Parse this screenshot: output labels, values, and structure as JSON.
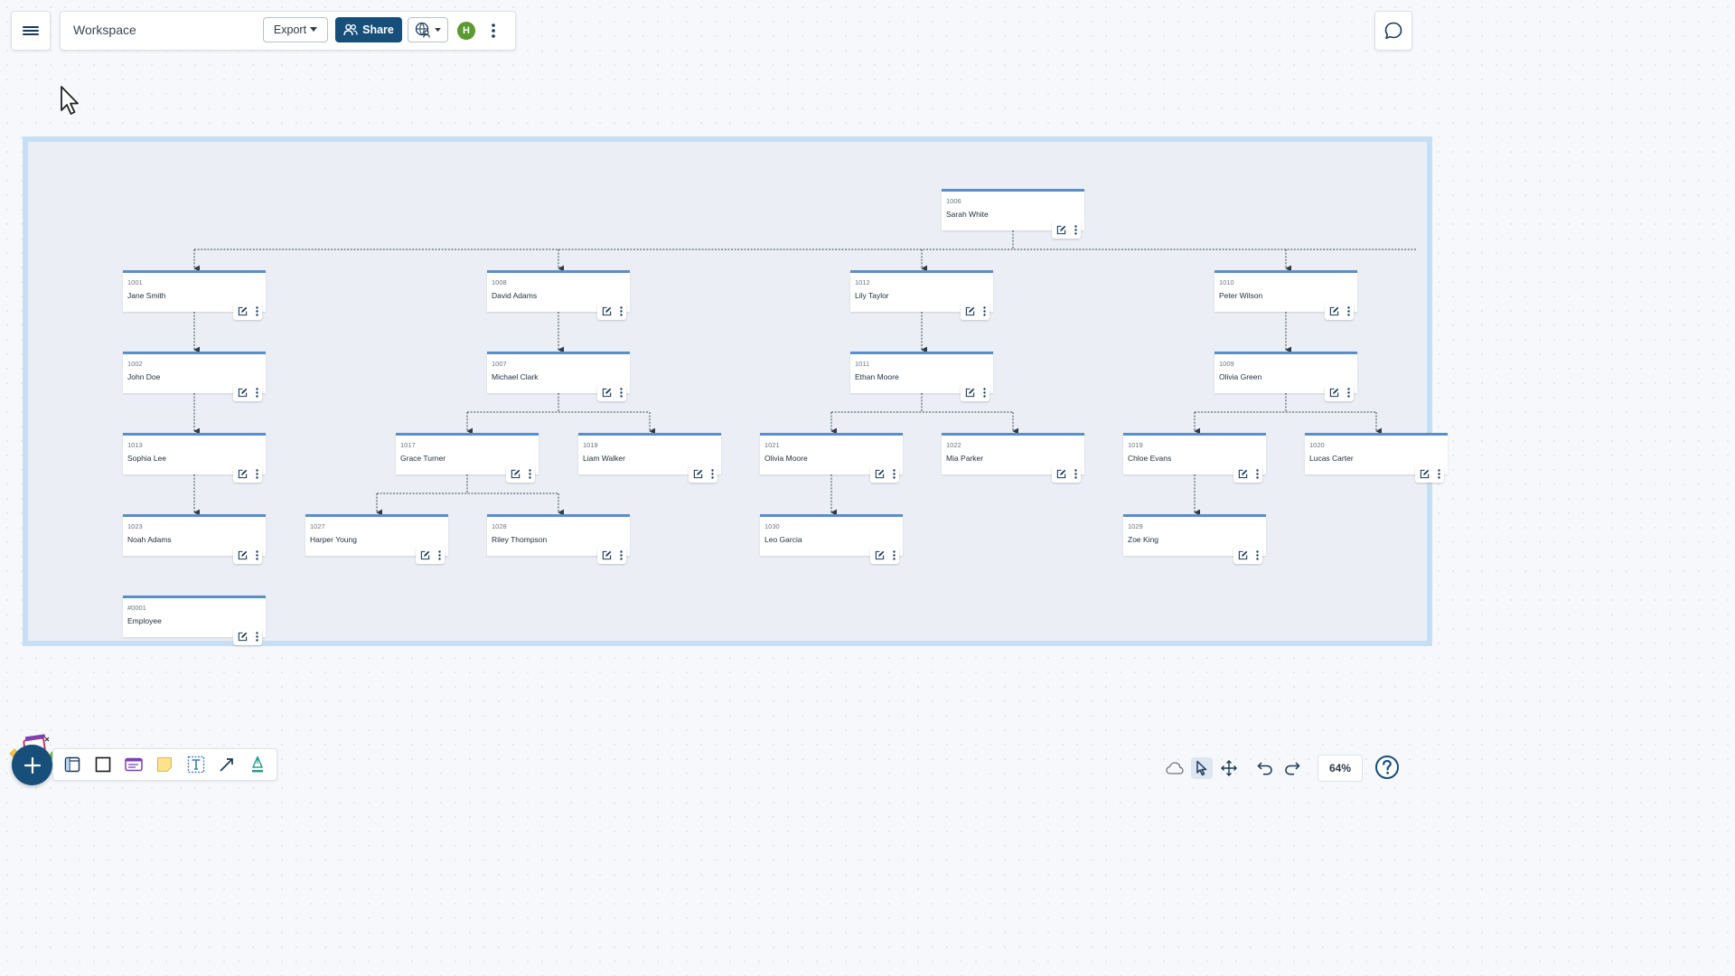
{
  "toolbar": {
    "title": "Workspace",
    "export_label": "Export",
    "share_label": "Share",
    "avatar_initial": "H"
  },
  "colors": {
    "primary": "#164f7a",
    "node_accent": "#5b8ec4",
    "frame_border": "#c7dff5",
    "avatar": "#5a9a30"
  },
  "org_chart": {
    "nodes": [
      {
        "id": "1006",
        "name": "Sarah White"
      },
      {
        "id": "1001",
        "name": "Jane Smith"
      },
      {
        "id": "1008",
        "name": "David Adams"
      },
      {
        "id": "1012",
        "name": "Lily Taylor"
      },
      {
        "id": "1010",
        "name": "Peter Wilson"
      },
      {
        "id": "1002",
        "name": "John Doe"
      },
      {
        "id": "1007",
        "name": "Michael Clark"
      },
      {
        "id": "1011",
        "name": "Ethan Moore"
      },
      {
        "id": "1009",
        "name": "Olivia Green"
      },
      {
        "id": "1013",
        "name": "Sophia Lee"
      },
      {
        "id": "1017",
        "name": "Grace Turner"
      },
      {
        "id": "1018",
        "name": "Liam Walker"
      },
      {
        "id": "1021",
        "name": "Olivia Moore"
      },
      {
        "id": "1022",
        "name": "Mia Parker"
      },
      {
        "id": "1019",
        "name": "Chloe Evans"
      },
      {
        "id": "1020",
        "name": "Lucas Carter"
      },
      {
        "id": "1023",
        "name": "Noah Adams"
      },
      {
        "id": "1027",
        "name": "Harper Young"
      },
      {
        "id": "1028",
        "name": "Riley Thompson"
      },
      {
        "id": "1030",
        "name": "Leo Garcia"
      },
      {
        "id": "1029",
        "name": "Zoe King"
      },
      {
        "id": "#0001",
        "name": "Employee"
      }
    ]
  },
  "bottom_bar": {
    "zoom": "64%"
  },
  "icons": {
    "menu": "hamburger-icon",
    "comment": "comment-icon",
    "share": "users-icon",
    "edit": "edit-icon",
    "more": "kebab-icon",
    "add": "plus-icon",
    "help": "help-icon"
  }
}
